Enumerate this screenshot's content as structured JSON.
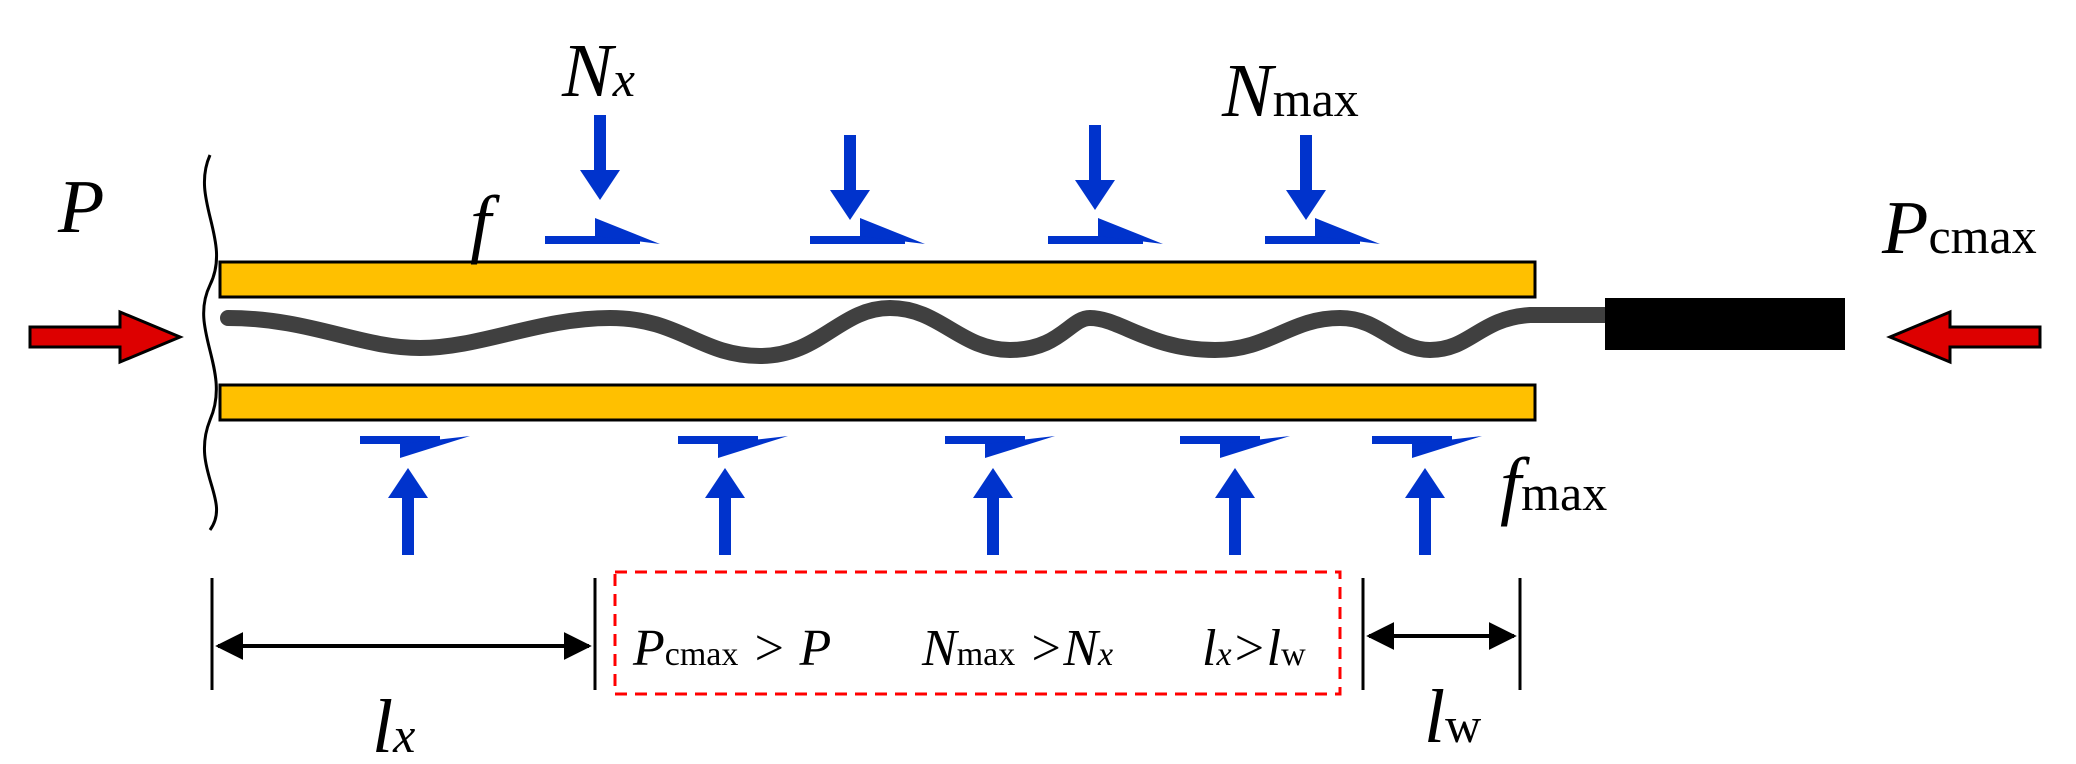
{
  "labels": {
    "p_left": "P",
    "nx_main": "N",
    "nx_sub": "x",
    "nmax_main": "N",
    "nmax_sub": "max",
    "f_top": "f",
    "pcmax_main": "P",
    "pcmax_sub": "cmax",
    "fmax_main": "f",
    "fmax_sub": "max",
    "lx_main": "l",
    "lx_sub": "x",
    "lw_main": "l",
    "lw_sub": "w"
  },
  "condition_box": {
    "c1_main": "P",
    "c1_sub": "cmax",
    "c1_rest": " > P",
    "c2_main": "N",
    "c2_sub": "max",
    "c2_rest": " >N",
    "c2_end_sub": "x",
    "c3_main": "l",
    "c3_sub": "x",
    "c3_rest": ">l",
    "c3_end_sub": "w"
  },
  "colors": {
    "tube": "#FFC000",
    "force_arrow": "#0033CC",
    "push_arrow": "#DD0000",
    "wire": "#404040",
    "tip": "#000000",
    "condition_border": "#FF0000"
  }
}
